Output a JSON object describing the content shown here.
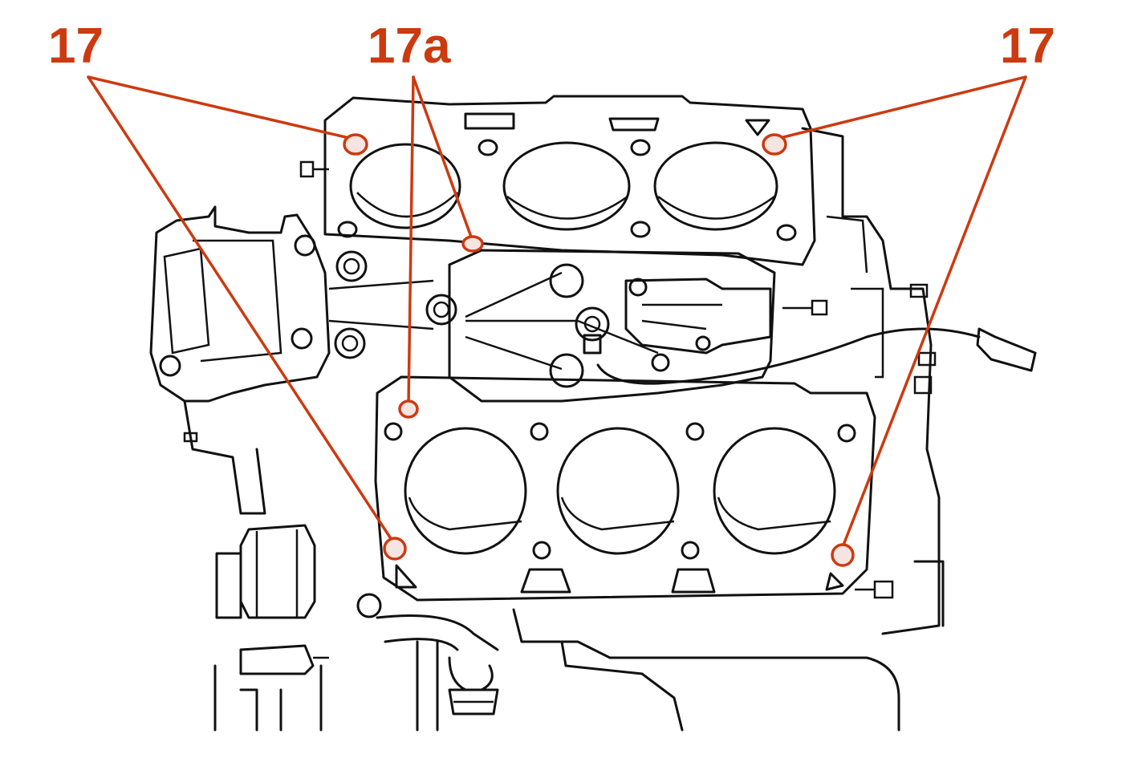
{
  "callouts": {
    "left_label": "17",
    "center_label": "17a",
    "right_label": "17"
  },
  "colors": {
    "callout": "#cc3a10",
    "linework": "#111111",
    "background": "#ffffff"
  }
}
